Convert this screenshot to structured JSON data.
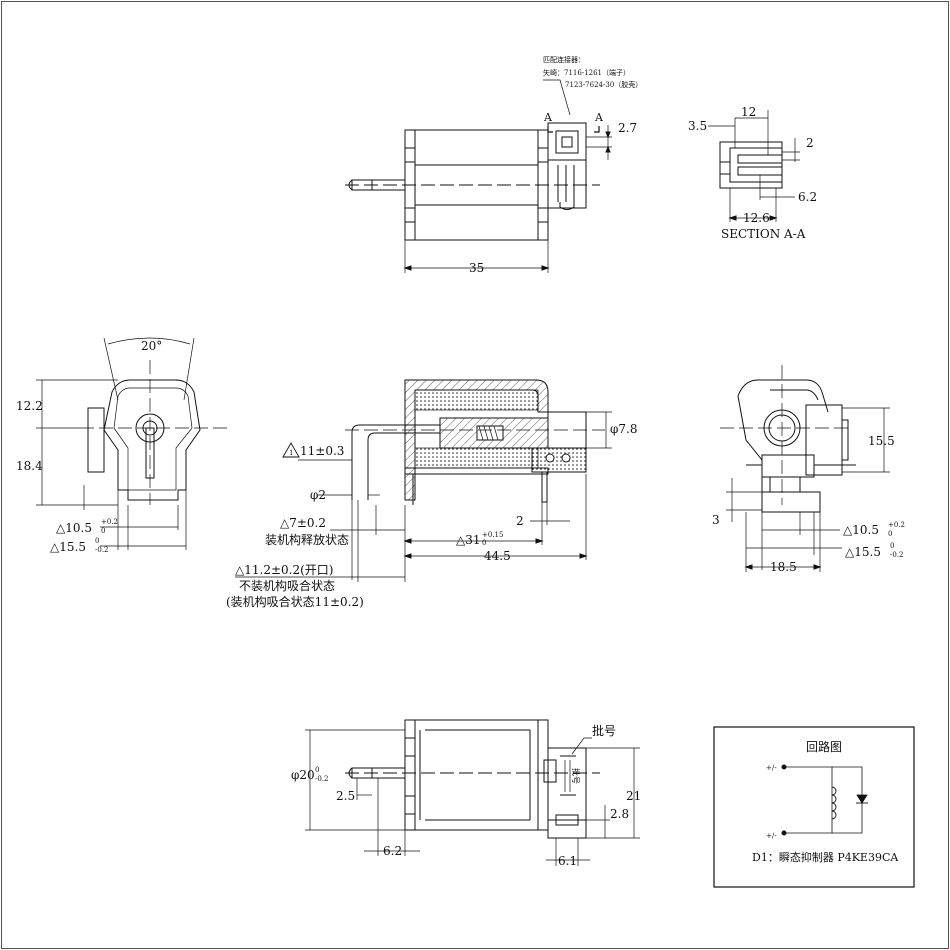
{
  "connector_note": {
    "line1": "匹配连接器：",
    "line2": "矢崎：7116-1261（端子）",
    "line3": "7123-7624-30（胶壳）"
  },
  "section_markers": {
    "left": "A",
    "right": "A"
  },
  "top_view": {
    "d_connector_offset": "2.7",
    "d_length": "35"
  },
  "section_view": {
    "title": "SECTION A-A",
    "d_12": "12",
    "d_3_5": "3.5",
    "d_2": "2",
    "d_6_2": "6.2",
    "d_12_6": "12.6"
  },
  "left_end_view": {
    "angle": "20°",
    "d_12_2": "12.2",
    "d_18_4": "18.4",
    "d_10_5": "△10.5",
    "d_10_5_tol_up": "+0.2",
    "d_10_5_tol_dn": "0",
    "d_15_5": "△15.5",
    "d_15_5_tol_up": "0",
    "d_15_5_tol_dn": "-0.2"
  },
  "main_view": {
    "warning": "11±0.3",
    "d_phi2": "φ2",
    "d_phi7_8": "φ7.8",
    "d_stroke_release": "△7±0.2",
    "note_release": "装机构释放状态",
    "d_31": "△31",
    "d_31_tol_up": "+0.15",
    "d_31_tol_dn": "0",
    "d_2": "2",
    "d_44_5": "44.5",
    "d_open": "△11.2±0.2(开口)",
    "note_no_mech": "不装机构吸合状态",
    "note_mech": "(装机构吸合状态11±0.2)"
  },
  "right_end_view": {
    "d_15_5": "15.5",
    "d_3": "3",
    "d_10_5": "△10.5",
    "d_10_5_tol_up": "+0.2",
    "d_10_5_tol_dn": "0",
    "d_15_5b": "△15.5",
    "d_15_5b_tol_up": "0",
    "d_15_5b_tol_dn": "-0.2",
    "d_18_5": "18.5"
  },
  "bottom_view": {
    "d_phi20": "φ20",
    "d_phi20_tol_up": "0",
    "d_phi20_tol_dn": "-0.2",
    "d_2_5": "2.5",
    "d_6_2": "6.2",
    "d_21": "21",
    "d_2_8": "2.8",
    "d_6_1": "6.1",
    "batch_label": "批号",
    "batch_mark": "批号"
  },
  "circuit_box": {
    "title": "回路图",
    "term_top": "+/-",
    "term_bottom": "+/-",
    "caption": "D1：瞬态抑制器 P4KE39CA"
  }
}
